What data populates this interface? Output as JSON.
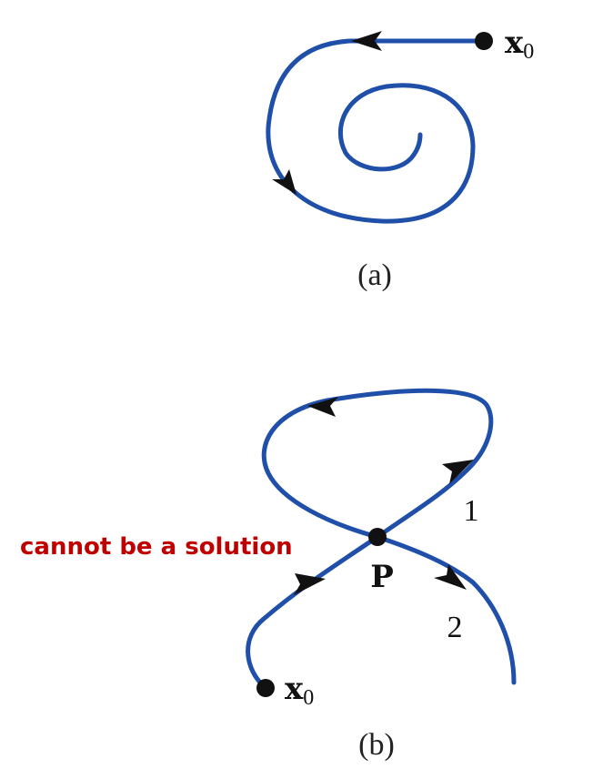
{
  "panel_a": {
    "point_label": "x",
    "point_subscript": "0",
    "caption": "(a)"
  },
  "panel_b": {
    "start_label": "x",
    "start_subscript": "0",
    "crossing_label": "P",
    "branch_1_label": "1",
    "branch_2_label": "2",
    "caption": "(b)",
    "annotation": "cannot be a solution"
  },
  "colors": {
    "curve": "#1f4fa8",
    "annotation": "#c00000",
    "ink": "#111111"
  }
}
